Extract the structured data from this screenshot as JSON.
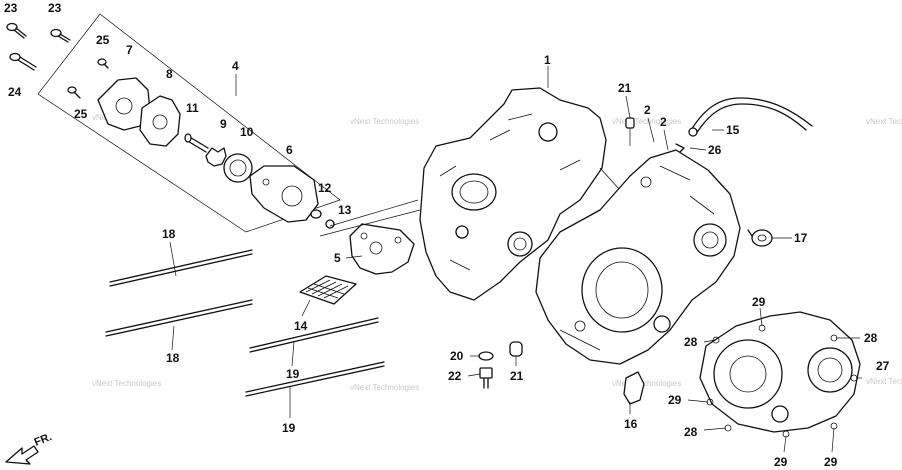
{
  "watermark": "vNext Technologies",
  "direction_label": "FR.",
  "callouts": [
    {
      "id": "c23a",
      "text": "23"
    },
    {
      "id": "c23b",
      "text": "23"
    },
    {
      "id": "c24",
      "text": "24"
    },
    {
      "id": "c25a",
      "text": "25"
    },
    {
      "id": "c25b",
      "text": "25"
    },
    {
      "id": "c7",
      "text": "7"
    },
    {
      "id": "c8",
      "text": "8"
    },
    {
      "id": "c4",
      "text": "4"
    },
    {
      "id": "c11",
      "text": "11"
    },
    {
      "id": "c9",
      "text": "9"
    },
    {
      "id": "c10",
      "text": "10"
    },
    {
      "id": "c6",
      "text": "6"
    },
    {
      "id": "c12",
      "text": "12"
    },
    {
      "id": "c13",
      "text": "13"
    },
    {
      "id": "c5",
      "text": "5"
    },
    {
      "id": "c1",
      "text": "1"
    },
    {
      "id": "c21a",
      "text": "21"
    },
    {
      "id": "c2a",
      "text": "2"
    },
    {
      "id": "c2b",
      "text": "2"
    },
    {
      "id": "c15",
      "text": "15"
    },
    {
      "id": "c26",
      "text": "26"
    },
    {
      "id": "c17",
      "text": "17"
    },
    {
      "id": "c18a",
      "text": "18"
    },
    {
      "id": "c18b",
      "text": "18"
    },
    {
      "id": "c14",
      "text": "14"
    },
    {
      "id": "c19a",
      "text": "19"
    },
    {
      "id": "c19b",
      "text": "19"
    },
    {
      "id": "c20",
      "text": "20"
    },
    {
      "id": "c22",
      "text": "22"
    },
    {
      "id": "c21b",
      "text": "21"
    },
    {
      "id": "c16",
      "text": "16"
    },
    {
      "id": "c29a",
      "text": "29"
    },
    {
      "id": "c28a",
      "text": "28"
    },
    {
      "id": "c28b",
      "text": "28"
    },
    {
      "id": "c27",
      "text": "27"
    },
    {
      "id": "c29b",
      "text": "29"
    },
    {
      "id": "c28c",
      "text": "28"
    },
    {
      "id": "c29c",
      "text": "29"
    },
    {
      "id": "c29d",
      "text": "29"
    }
  ]
}
